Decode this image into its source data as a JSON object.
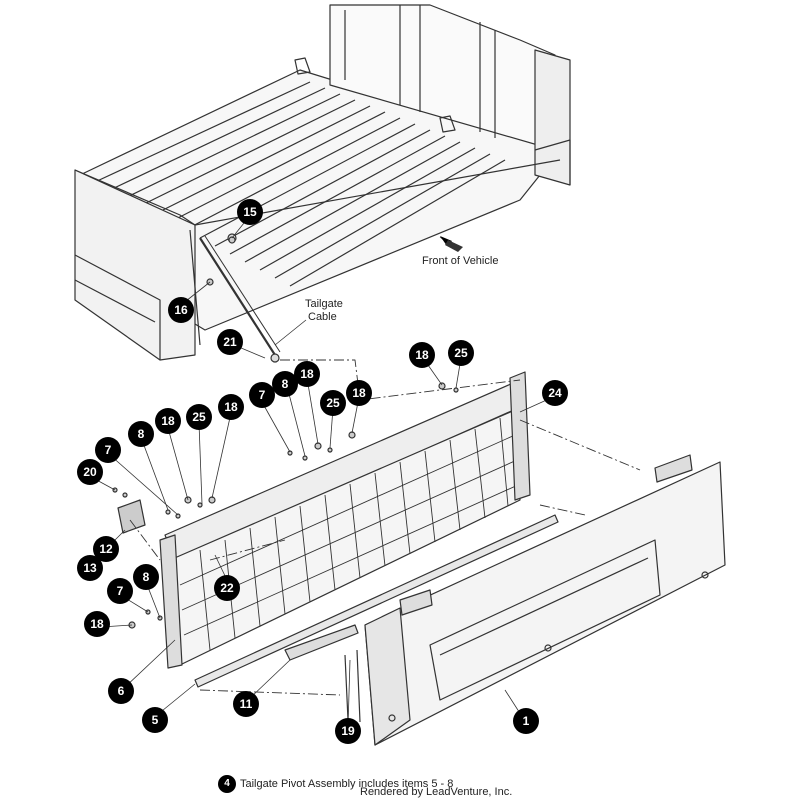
{
  "callouts": [
    "15",
    "16",
    "21",
    "18",
    "25",
    "24",
    "7",
    "8",
    "18",
    "25",
    "18",
    "7",
    "8",
    "18",
    "25",
    "18",
    "7",
    "8",
    "20",
    "12",
    "13",
    "22",
    "7",
    "8",
    "18",
    "6",
    "5",
    "11",
    "19",
    "1"
  ],
  "labels": {
    "front_of_vehicle": "Front of Vehicle",
    "tailgate_cable_line1": "Tailgate",
    "tailgate_cable_line2": "Cable"
  },
  "note": {
    "number": "4",
    "text": "Tailgate Pivot Assembly includes items 5 - 8"
  },
  "credit": "Rendered by LeadVenture, Inc."
}
